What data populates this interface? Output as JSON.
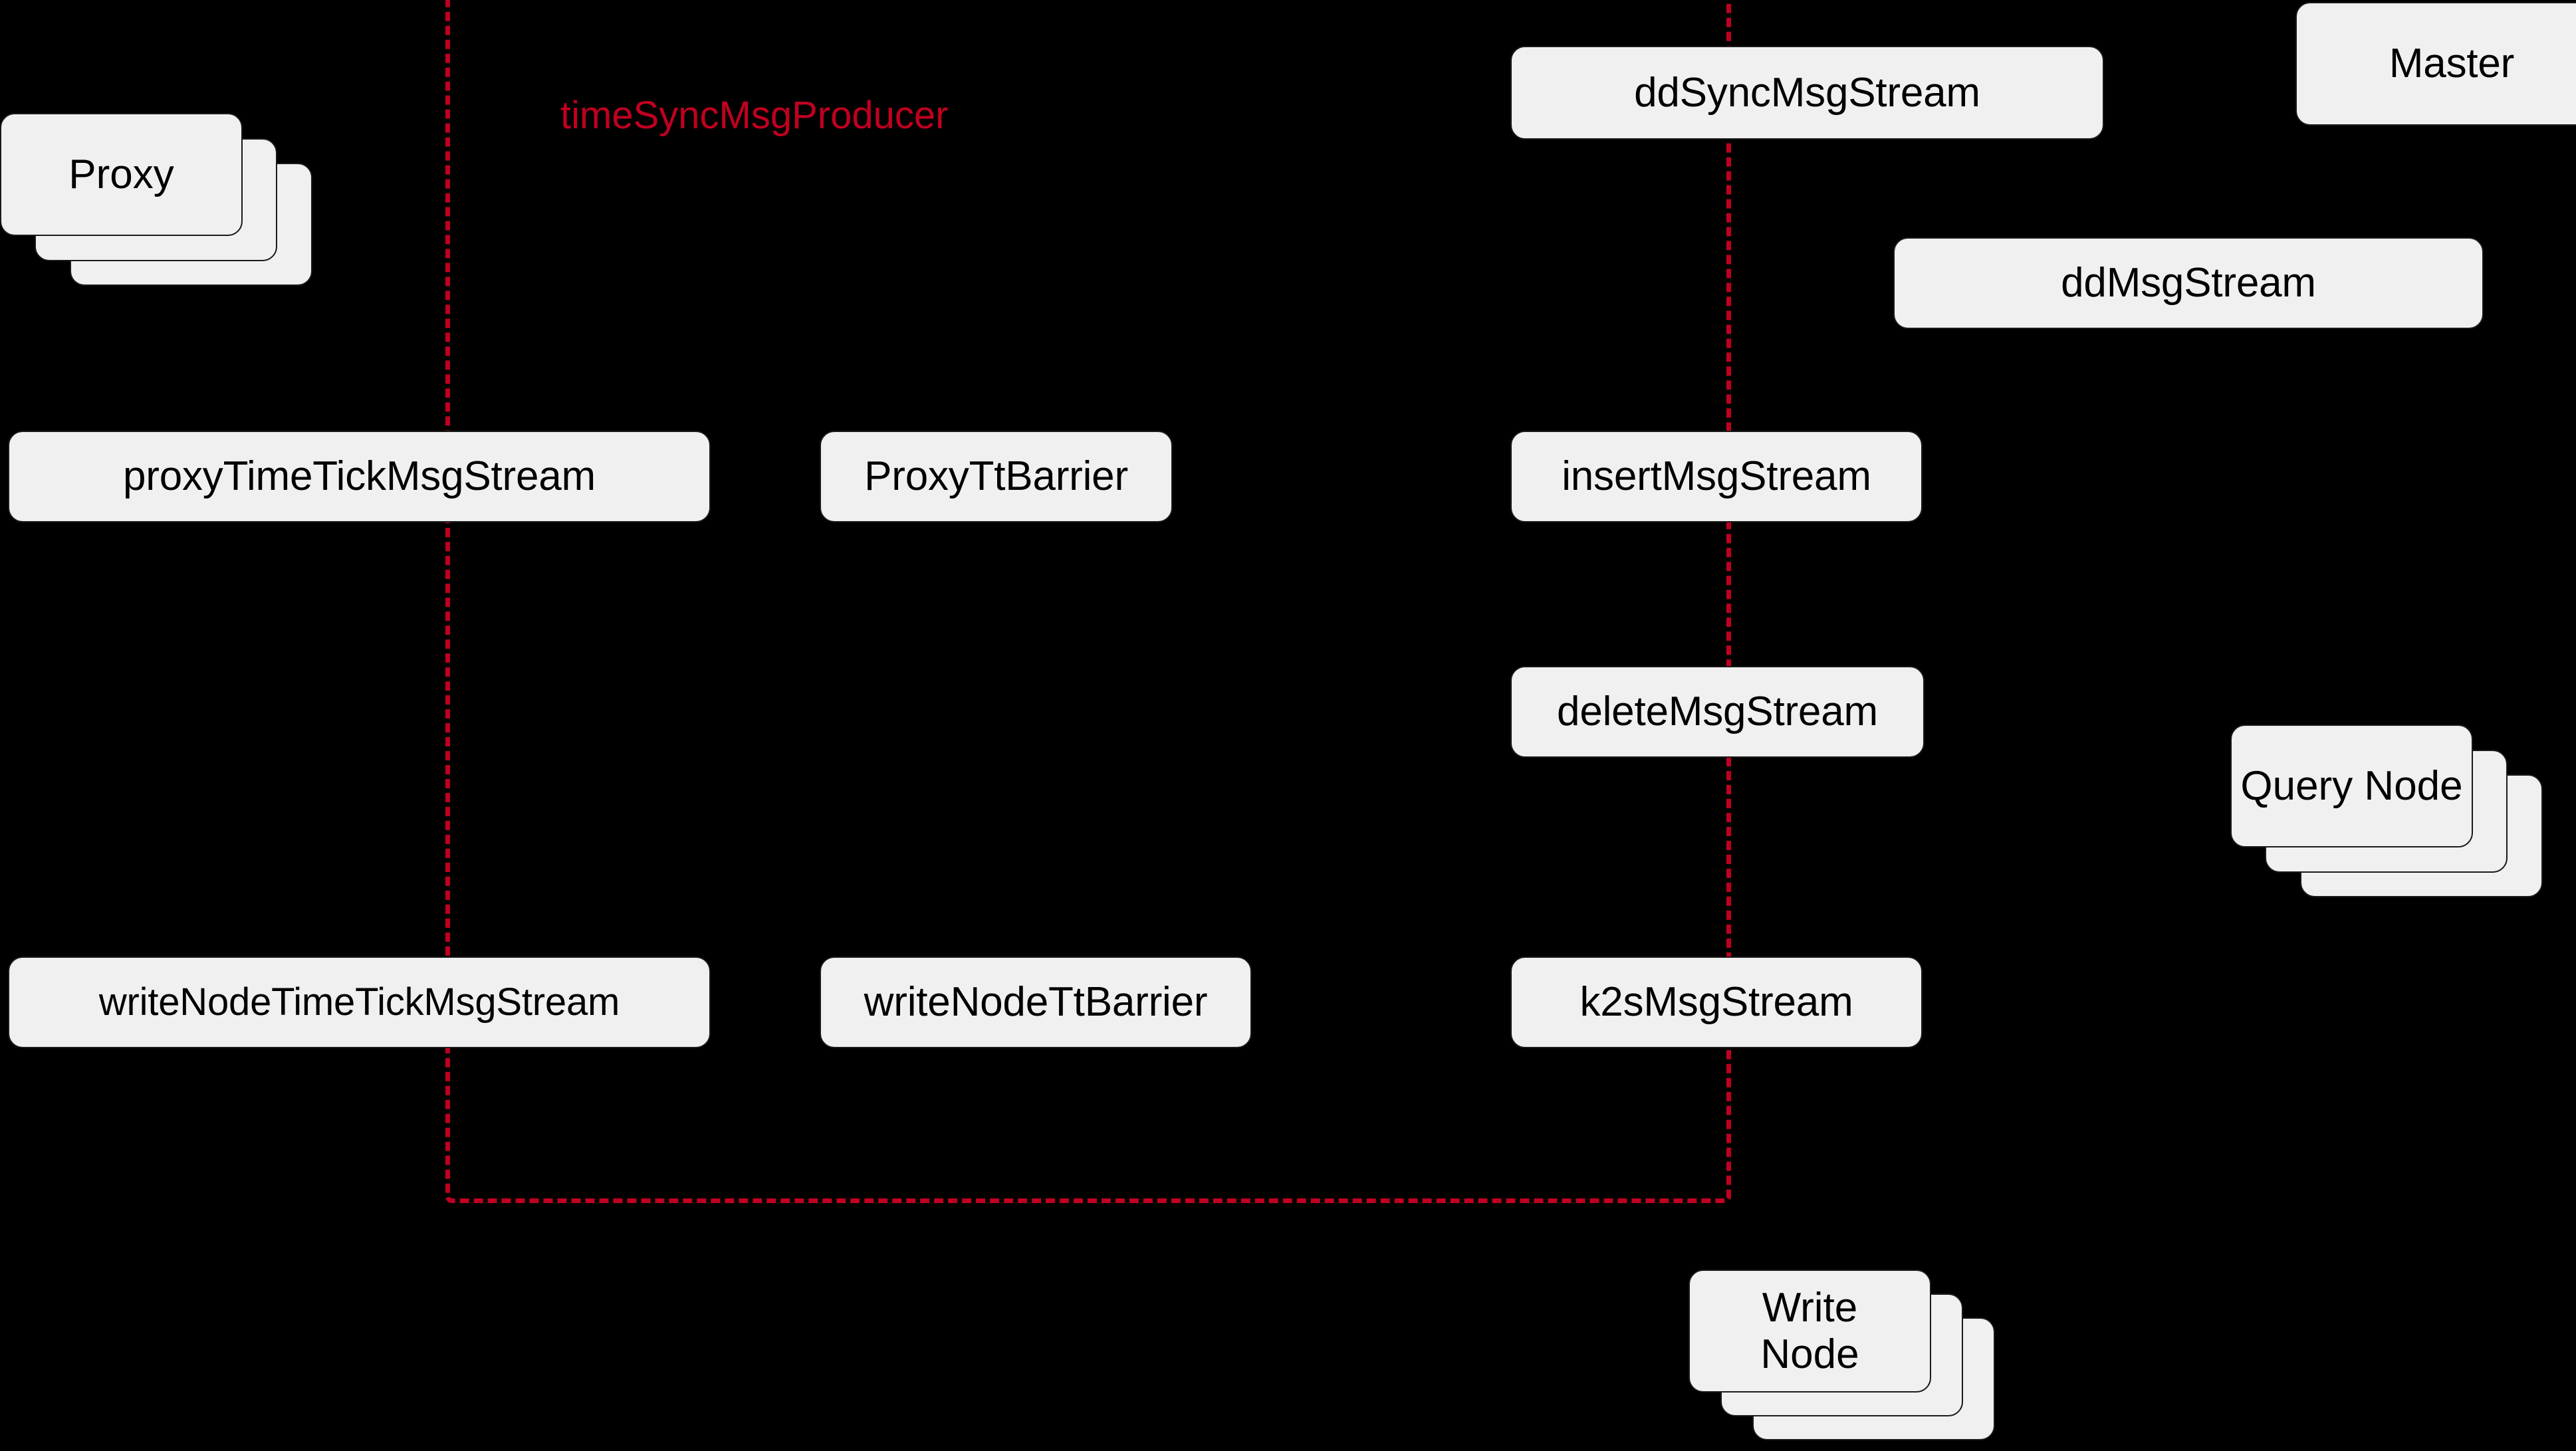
{
  "diagram": {
    "title": "timeSyncMsgProducer",
    "background_color": "#000000",
    "node_fill_color": "#f0f0f0",
    "node_border_color": "#1a1a1a",
    "group_color": "#c00020"
  },
  "group": {
    "label": "timeSyncMsgProducer",
    "style": "dashed",
    "color": "#c00020"
  },
  "nodes": {
    "proxy": "Proxy",
    "dd_sync_msg_stream": "ddSyncMsgStream",
    "master": "Master",
    "dd_msg_stream": "ddMsgStream",
    "proxy_time_tick_msg_stream": "proxyTimeTickMsgStream",
    "proxy_tt_barrier": "ProxyTtBarrier",
    "insert_msg_stream": "insertMsgStream",
    "delete_msg_stream": "deleteMsgStream",
    "query_node": "Query Node",
    "write_node_time_tick_msg_stream": "writeNodeTimeTickMsgStream",
    "write_node_tt_barrier": "writeNodeTtBarrier",
    "k2s_msg_stream": "k2sMsgStream",
    "write_node": "Write\nNode"
  }
}
